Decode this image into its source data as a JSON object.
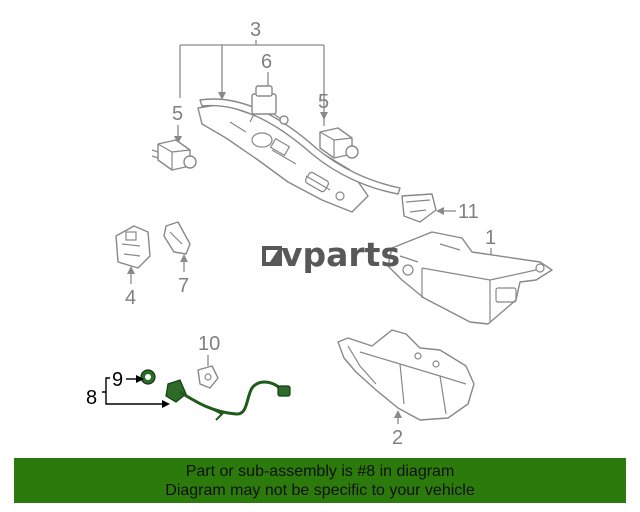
{
  "callouts": {
    "c1": "1",
    "c2": "2",
    "c3": "3",
    "c4": "4",
    "c5a": "5",
    "c5b": "5",
    "c6": "6",
    "c7": "7",
    "c8": "8",
    "c9": "9",
    "c10": "10",
    "c11": "11"
  },
  "watermark": {
    "text": "vparts",
    "logo": "ev-logo-icon"
  },
  "footer": {
    "line1": "Part or sub-assembly is #8 in diagram",
    "line2": "Diagram may not be specific to your vehicle"
  },
  "colors": {
    "footer_bg": "#2c7a0c",
    "highlight_part": "#1f5a1a",
    "line_art": "#888888"
  }
}
